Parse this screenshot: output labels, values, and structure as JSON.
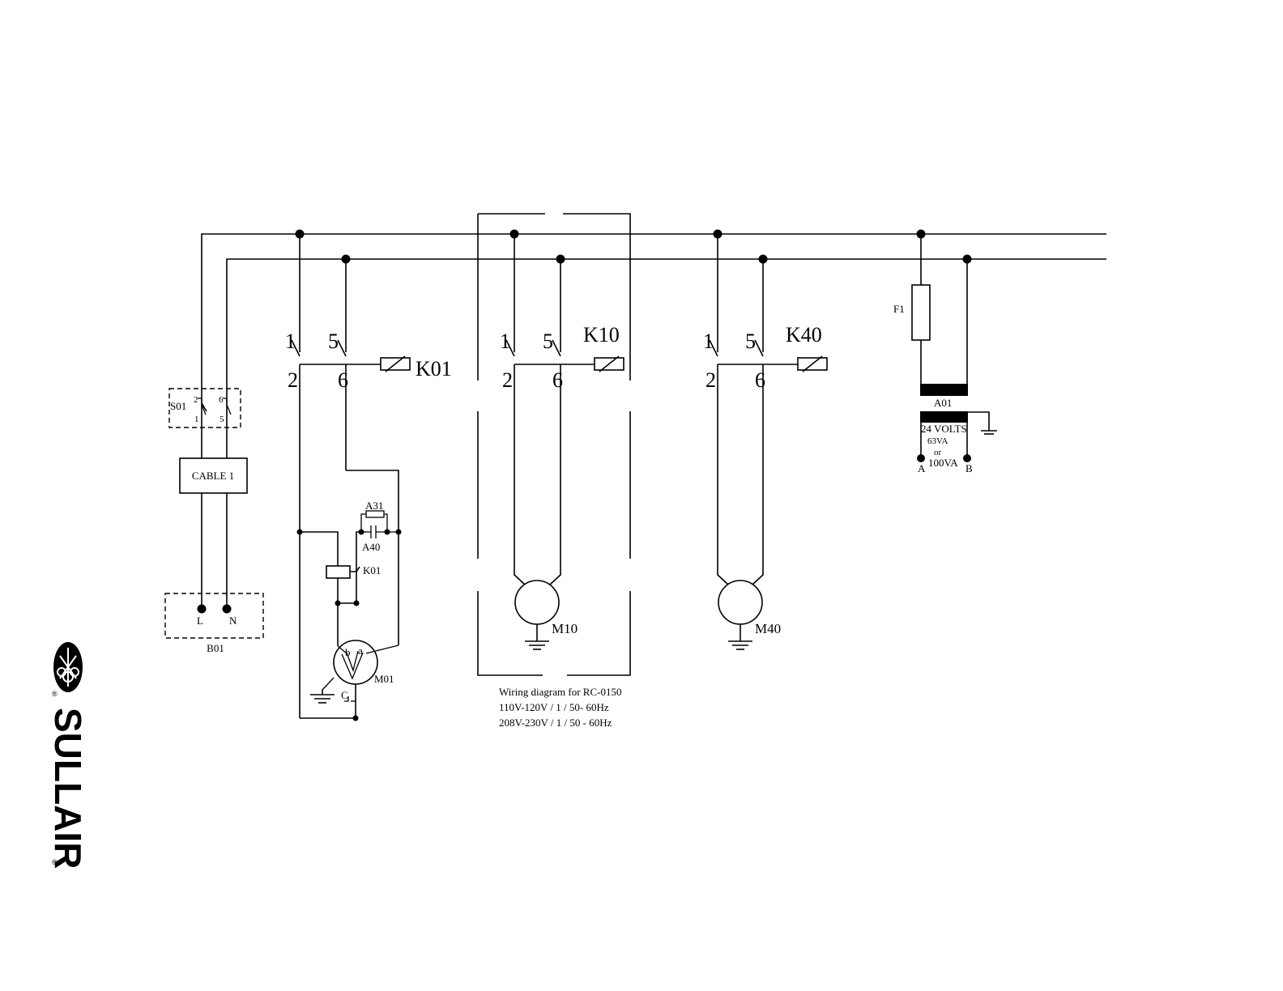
{
  "brand": {
    "name": "SULLAIR",
    "registered": "®"
  },
  "labels": {
    "s01": "S01",
    "s01_t2": "2",
    "s01_t1": "1",
    "s01_t6": "6",
    "s01_t5": "5",
    "cable": "CABLE 1",
    "l": "L",
    "n": "N",
    "b01": "B01",
    "k01_t1": "1",
    "k01_t5": "5",
    "k01_t2": "2",
    "k01_t6": "6",
    "k01": "K01",
    "a31": "A31",
    "a40": "A40",
    "k01_relay": "K01",
    "m01_b": "b",
    "m01_a": "a",
    "m01_c": "C",
    "m01": "M01",
    "k10_t1": "1",
    "k10_t5": "5",
    "k10_t2": "2",
    "k10_t6": "6",
    "k10": "K10",
    "m10": "M10",
    "k40_t1": "1",
    "k40_t5": "5",
    "k40_t2": "2",
    "k40_t6": "6",
    "k40": "K40",
    "m40": "M40",
    "f1": "F1",
    "a01": "A01",
    "volts": "24 VOLTS",
    "va63": "63VA",
    "or": "or",
    "va100": "100VA",
    "term_a": "A",
    "term_b": "B"
  },
  "caption": {
    "line1": "Wiring diagram for RC-0150",
    "line2": "110V-120V  / 1 / 50- 60Hz",
    "line3": "208V-230V / 1 / 50 - 60Hz"
  }
}
